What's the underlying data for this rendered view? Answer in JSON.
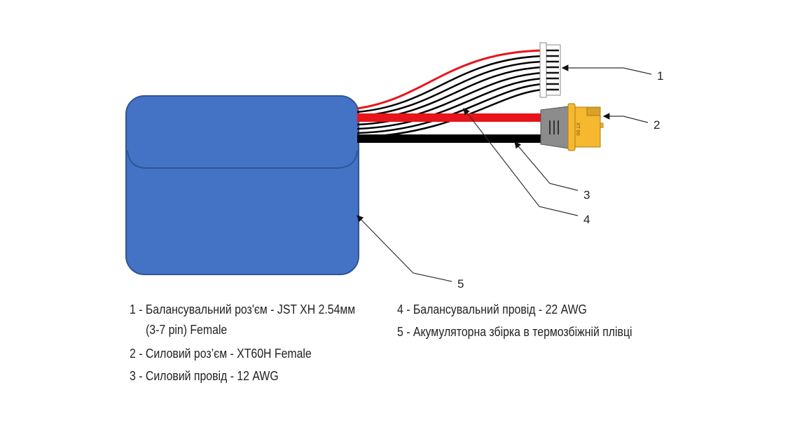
{
  "diagram": {
    "callouts": [
      "1",
      "2",
      "3",
      "4",
      "5"
    ],
    "connector_text": "XT 60",
    "colors": {
      "battery": "#4472c4",
      "battery_edge": "#2f5597",
      "red_wire": "#e8141b",
      "black_wire": "#000000",
      "xt60_yellow": "#f5b82e",
      "xt60_grey": "#8c8c8c"
    }
  },
  "legend": {
    "col1": [
      "1 - Балансувальний роз'єм - JST XH 2.54мм",
      "(3-7 pin) Female",
      "2 - Силовий роз’єм - XT60H Female",
      "3 - Силовий провід - 12 AWG"
    ],
    "col2": [
      "4 - Балансувальний провід - 22 AWG",
      "5 - Акумуляторна збірка в термозбіжній плівці"
    ]
  }
}
